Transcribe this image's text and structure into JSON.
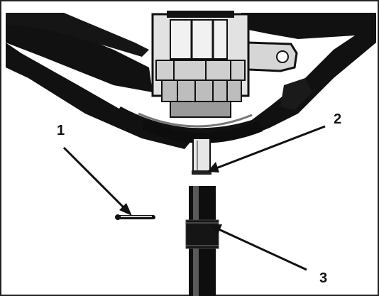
{
  "callouts": [
    {
      "number": "1",
      "part": "pin"
    },
    {
      "number": "2",
      "part": "shaft"
    },
    {
      "number": "3",
      "part": "tube"
    }
  ],
  "colors": {
    "background": "#ffffff",
    "ink": "#111111",
    "mid_gray": "#8a8a8a",
    "light_gray": "#d8d8d8"
  }
}
